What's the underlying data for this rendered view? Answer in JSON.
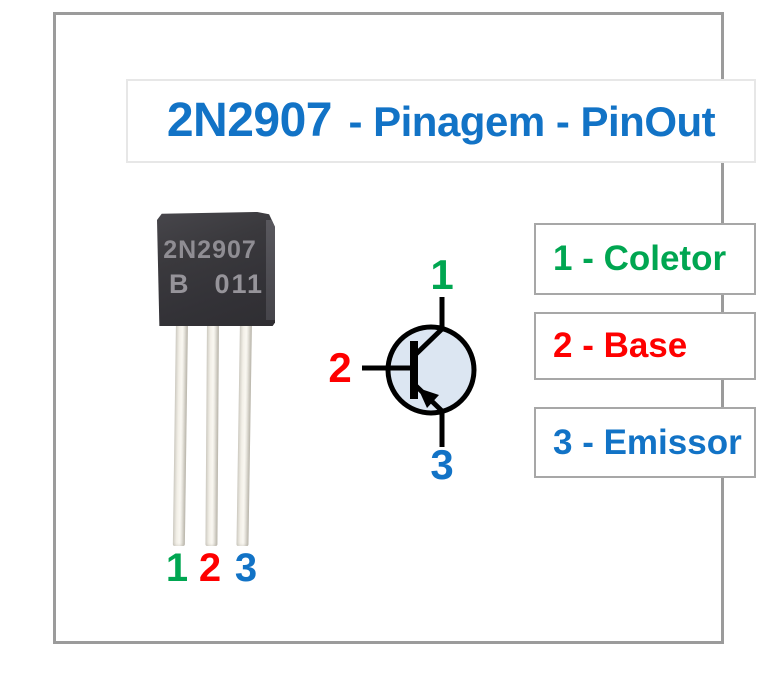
{
  "colors": {
    "title_blue": "#1273C6",
    "green": "#00A651",
    "red": "#FE0000",
    "blue": "#1273C6",
    "frame_border": "#9B9B9B",
    "legend_border": "#A7A7A7",
    "symbol_fill": "#DCE6F2",
    "symbol_stroke": "#000000",
    "package_body": "#3A393D",
    "lead_color": "#EFECE3"
  },
  "title": {
    "model": "2N2907",
    "rest": "- Pinagem - PinOut"
  },
  "package": {
    "marking_model": "2N2907",
    "marking_lot_left": "B",
    "marking_lot_right": "011",
    "pin_numbers": [
      {
        "n": "1",
        "color": "#00A651"
      },
      {
        "n": "2",
        "color": "#FE0000"
      },
      {
        "n": "3",
        "color": "#1273C6"
      }
    ]
  },
  "symbol": {
    "kind": "PNP transistor schematic symbol",
    "pin_labels": [
      {
        "n": "1",
        "color": "#00A651"
      },
      {
        "n": "2",
        "color": "#FE0000"
      },
      {
        "n": "3",
        "color": "#1273C6"
      }
    ]
  },
  "legend": {
    "items": [
      {
        "label": "1 - Coletor",
        "color": "#00A651"
      },
      {
        "label": "2 - Base",
        "color": "#FE0000"
      },
      {
        "label": "3 - Emissor",
        "color": "#1273C6"
      }
    ]
  }
}
